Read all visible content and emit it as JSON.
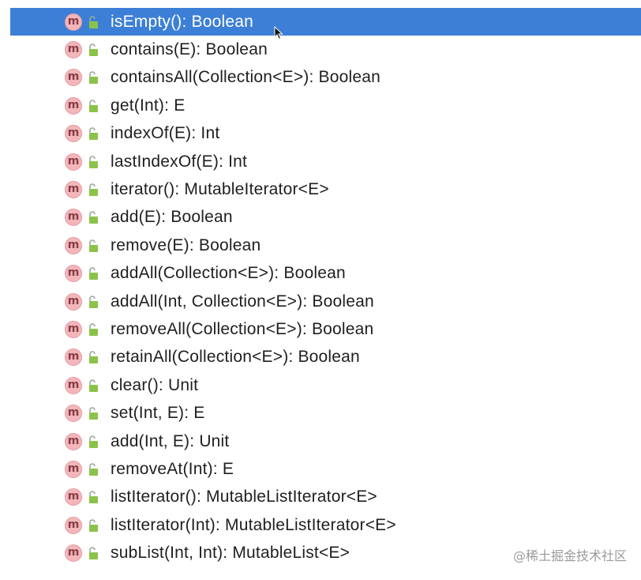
{
  "completion_list": {
    "icon_letter": "m",
    "items": [
      {
        "label": "isEmpty(): Boolean",
        "selected": true
      },
      {
        "label": "contains(E): Boolean",
        "selected": false
      },
      {
        "label": "containsAll(Collection<E>): Boolean",
        "selected": false
      },
      {
        "label": "get(Int): E",
        "selected": false
      },
      {
        "label": "indexOf(E): Int",
        "selected": false
      },
      {
        "label": "lastIndexOf(E): Int",
        "selected": false
      },
      {
        "label": "iterator(): MutableIterator<E>",
        "selected": false
      },
      {
        "label": "add(E): Boolean",
        "selected": false
      },
      {
        "label": "remove(E): Boolean",
        "selected": false
      },
      {
        "label": "addAll(Collection<E>): Boolean",
        "selected": false
      },
      {
        "label": "addAll(Int, Collection<E>): Boolean",
        "selected": false
      },
      {
        "label": "removeAll(Collection<E>): Boolean",
        "selected": false
      },
      {
        "label": "retainAll(Collection<E>): Boolean",
        "selected": false
      },
      {
        "label": "clear(): Unit",
        "selected": false
      },
      {
        "label": "set(Int, E): E",
        "selected": false
      },
      {
        "label": "add(Int, E): Unit",
        "selected": false
      },
      {
        "label": "removeAt(Int): E",
        "selected": false
      },
      {
        "label": "listIterator(): MutableListIterator<E>",
        "selected": false
      },
      {
        "label": "listIterator(Int): MutableListIterator<E>",
        "selected": false
      },
      {
        "label": "subList(Int, Int): MutableList<E>",
        "selected": false
      }
    ]
  },
  "watermark": "@稀土掘金技术社区",
  "colors": {
    "selection": "#3d7fd6",
    "method_icon_fill": "#f2b6bb",
    "visibility_icon": "#8bc34a"
  },
  "icons": {
    "method": "method-icon",
    "visibility": "public-lock-icon",
    "pointer": "mouse-cursor-icon"
  }
}
